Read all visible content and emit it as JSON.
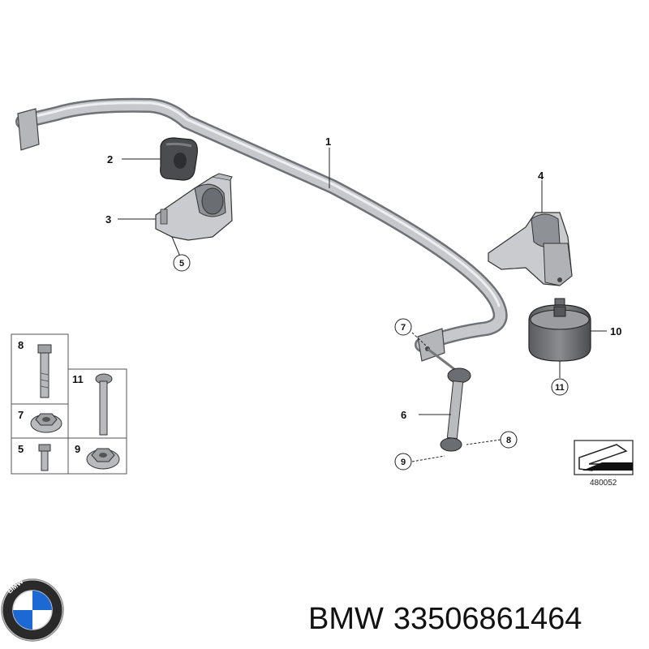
{
  "callouts": {
    "c1": "1",
    "c2": "2",
    "c3": "3",
    "c4": "4",
    "c5": "5",
    "c6": "6",
    "c7": "7",
    "c8": "8",
    "c9": "9",
    "c10": "10",
    "c11": "11"
  },
  "kit_table": {
    "r8": "8",
    "r7": "7",
    "r5": "5",
    "r11": "11",
    "r9": "9"
  },
  "diagram_ref": "480052",
  "footer": {
    "brand": "BMW",
    "part_number": "33506861464"
  },
  "logo": {
    "text": "BMW"
  },
  "colors": {
    "part_fill": "#c9cbce",
    "part_shade": "#8e9196",
    "rubber": "#4a4c50",
    "logo_blue": "#1c69d4"
  }
}
